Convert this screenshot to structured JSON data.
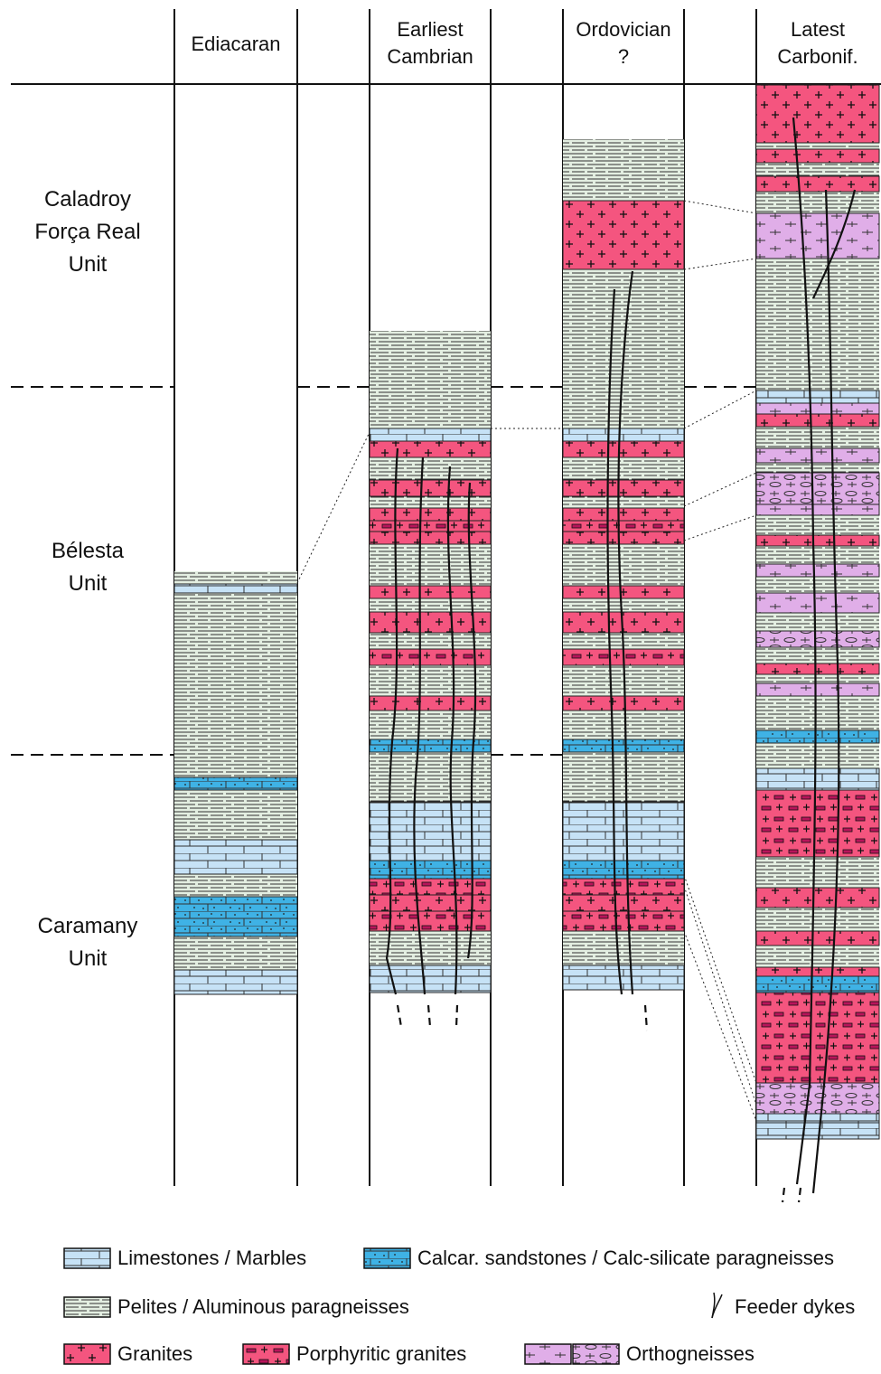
{
  "columns": [
    {
      "line1": "Ediacaran",
      "line2": ""
    },
    {
      "line1": "Earliest",
      "line2": "Cambrian"
    },
    {
      "line1": "Ordovician",
      "line2": "?"
    },
    {
      "line1": "Latest",
      "line2": "Carbonif."
    }
  ],
  "units": [
    {
      "lines": [
        "Caladroy",
        "Força Real",
        "Unit"
      ]
    },
    {
      "lines": [
        "Bélesta",
        "Unit"
      ]
    },
    {
      "lines": [
        "Caramany",
        "Unit"
      ]
    }
  ],
  "legend": {
    "limestones": "Limestones / Marbles",
    "calc_sandstones": "Calcar. sandstones / Calc-silicate paragneisses",
    "pelites": "Pelites / Aluminous paragneisses",
    "feeder_dykes": "Feeder dykes",
    "granites": "Granites",
    "porphyritic": "Porphyritic granites",
    "orthogneisses": "Orthogneisses"
  },
  "colors": {
    "pelite": "#e3eee1",
    "limestone": "#c6e2f6",
    "calc_sandstone": "#3fb2e5",
    "granite": "#f4557f",
    "porphyritic_mark": "#b9145a",
    "orthogneiss": "#e0aee8"
  }
}
